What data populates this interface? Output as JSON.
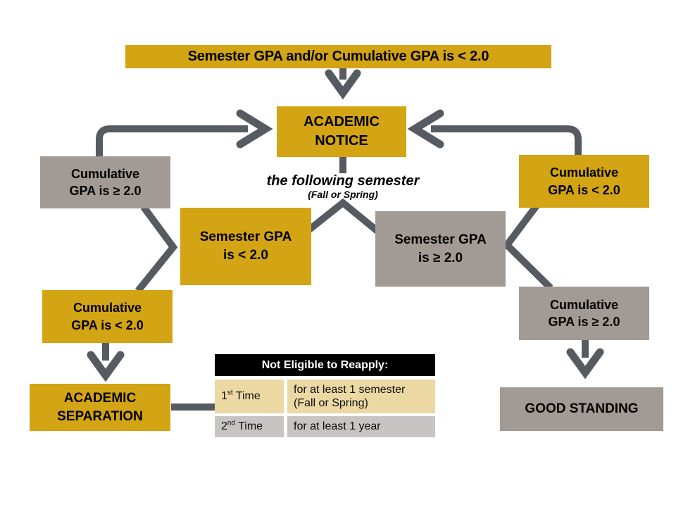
{
  "colors": {
    "gold": "#D3A413",
    "gray": "#A29A95",
    "arrow": "#565B61",
    "table_header_bg": "#000000",
    "table_header_text": "#ffffff",
    "table_row1_bg": "#EBD8A3",
    "table_row2_bg": "#C9C4C4",
    "background": "#ffffff",
    "text": "#000000"
  },
  "banner": {
    "label": "Semester GPA and/or Cumulative GPA  is < 2.0"
  },
  "nodes": {
    "academic_notice": "ACADEMIC\nNOTICE",
    "following_semester": "the following semester",
    "fall_or_spring": "(Fall or Spring)",
    "cumulative_ge_upper_left": "Cumulative\nGPA is ≥ 2.0",
    "cumulative_lt_upper_right": "Cumulative\nGPA is < 2.0",
    "semester_lt": "Semester GPA\nis < 2.0",
    "semester_ge": "Semester GPA\nis ≥ 2.0",
    "cumulative_lt_lower_left": "Cumulative\nGPA is < 2.0",
    "cumulative_ge_lower_right": "Cumulative\nGPA is ≥ 2.0",
    "academic_separation": "ACADEMIC\nSEPARATION",
    "good_standing": "GOOD STANDING"
  },
  "table": {
    "header": "Not Eligible to Reapply:",
    "rows": [
      {
        "num": "1",
        "sup": "st",
        "word": " Time",
        "desc": "for at least 1 semester\n(Fall or Spring)"
      },
      {
        "num": "2",
        "sup": "nd",
        "word": " Time",
        "desc": "for at least 1 year"
      }
    ]
  }
}
